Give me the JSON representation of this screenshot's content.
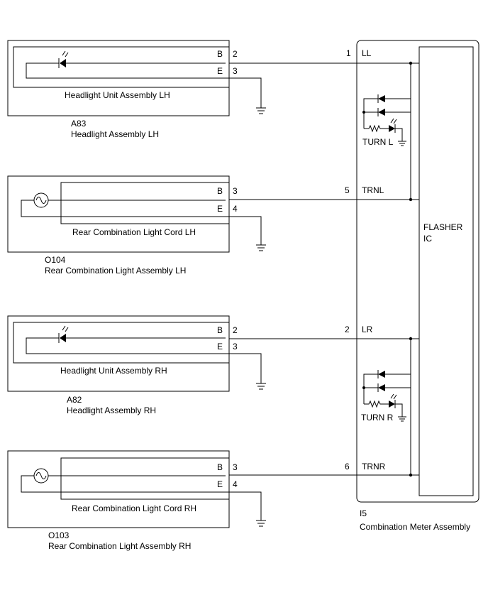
{
  "lh_headlight": {
    "code": "A83",
    "title": "Headlight Assembly LH",
    "inner_label": "Headlight Unit Assembly LH",
    "pins": [
      {
        "name": "B",
        "num": "2"
      },
      {
        "name": "E",
        "num": "3"
      }
    ]
  },
  "lh_rear": {
    "code": "O104",
    "title": "Rear Combination Light Assembly LH",
    "inner_label": "Rear Combination Light Cord LH",
    "pins": [
      {
        "name": "B",
        "num": "3"
      },
      {
        "name": "E",
        "num": "4"
      }
    ]
  },
  "rh_headlight": {
    "code": "A82",
    "title": "Headlight Assembly RH",
    "inner_label": "Headlight Unit Assembly RH",
    "pins": [
      {
        "name": "B",
        "num": "2"
      },
      {
        "name": "E",
        "num": "3"
      }
    ]
  },
  "rh_rear": {
    "code": "O103",
    "title": "Rear Combination Light Assembly RH",
    "inner_label": "Rear Combination Light Cord RH",
    "pins": [
      {
        "name": "B",
        "num": "3"
      },
      {
        "name": "E",
        "num": "4"
      }
    ]
  },
  "meter": {
    "code": "I5",
    "title": "Combination Meter Assembly",
    "ic_label_line1": "FLASHER",
    "ic_label_line2": "IC",
    "terminals": [
      {
        "num": "1",
        "name": "LL"
      },
      {
        "num": "5",
        "name": "TRNL"
      },
      {
        "num": "2",
        "name": "LR"
      },
      {
        "num": "6",
        "name": "TRNR"
      }
    ],
    "indicator_left": "TURN L",
    "indicator_right": "TURN R"
  },
  "icons": [
    "led-icon",
    "bulb-icon",
    "ground-icon",
    "diode-icon",
    "resistor-icon"
  ]
}
